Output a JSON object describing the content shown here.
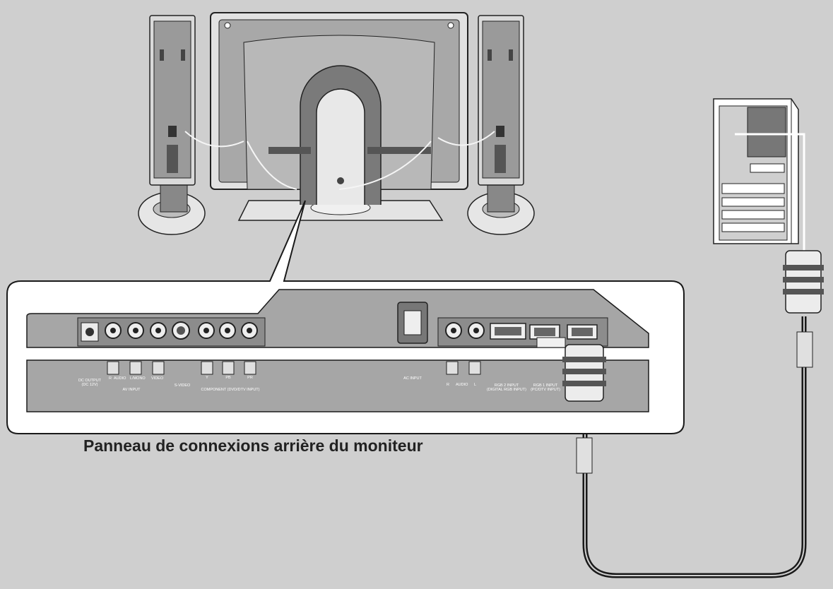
{
  "panel": {
    "labels": {
      "dc_output": "DC OUTPUT",
      "dc_output_sub": "(DC 12V)",
      "r": "R",
      "audio": "AUDIO",
      "l_mono": "L/MONO",
      "video": "VIDEO",
      "av_input": "AV INPUT",
      "s_video": "S-VIDEO",
      "y": "Y",
      "pb": "PB",
      "pr": "PR",
      "component": "COMPONENT (DVD/DTV INPUT)",
      "ac_input": "AC INPUT",
      "r2": "R",
      "audio2": "AUDIO",
      "l2": "L",
      "rgb2_input": "RGB 2 INPUT",
      "rgb2_sub": "(DIGITAL RGB INPUT)",
      "rgb1_input": "RGB 1 INPUT",
      "rgb1_sub": "(PC/DTV INPUT)"
    }
  },
  "caption": "Panneau de connexions arrière du moniteur",
  "colors": {
    "background": "#cfcfcf",
    "panel": "#a6a6a6",
    "outline": "#1a1a1a",
    "cable": "#1a1a1a"
  }
}
